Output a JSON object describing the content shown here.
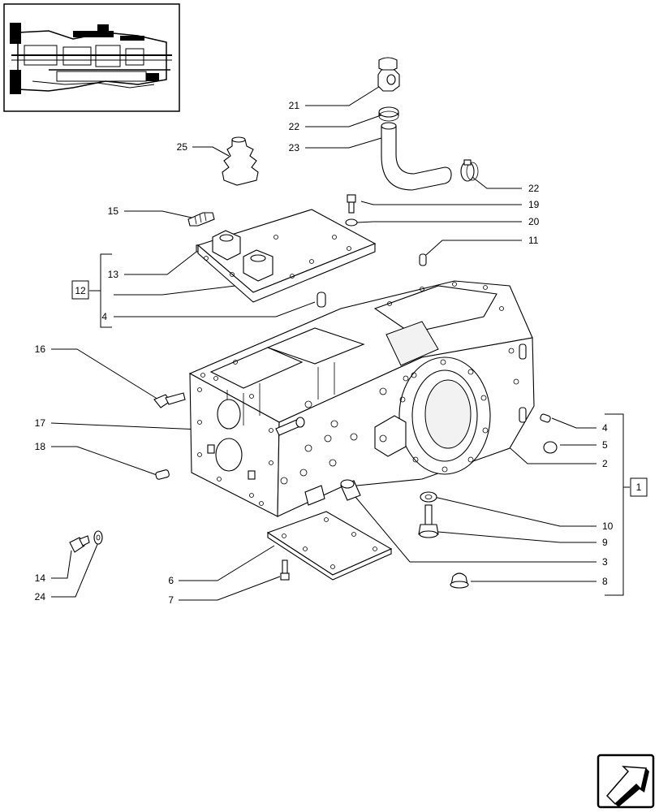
{
  "callouts": [
    {
      "id": "c21",
      "text": "21"
    },
    {
      "id": "c22a",
      "text": "22"
    },
    {
      "id": "c23",
      "text": "23"
    },
    {
      "id": "c25",
      "text": "25"
    },
    {
      "id": "c22b",
      "text": "22"
    },
    {
      "id": "c19",
      "text": "19"
    },
    {
      "id": "c15",
      "text": "15"
    },
    {
      "id": "c20",
      "text": "20"
    },
    {
      "id": "c11",
      "text": "11"
    },
    {
      "id": "c13",
      "text": "13"
    },
    {
      "id": "c12",
      "text": "12"
    },
    {
      "id": "c4a",
      "text": "4"
    },
    {
      "id": "c16",
      "text": "16"
    },
    {
      "id": "c17",
      "text": "17"
    },
    {
      "id": "c18",
      "text": "18"
    },
    {
      "id": "c4b",
      "text": "4"
    },
    {
      "id": "c5",
      "text": "5"
    },
    {
      "id": "c2",
      "text": "2"
    },
    {
      "id": "c1",
      "text": "1"
    },
    {
      "id": "c10",
      "text": "10"
    },
    {
      "id": "c9",
      "text": "9"
    },
    {
      "id": "c3",
      "text": "3"
    },
    {
      "id": "c8",
      "text": "8"
    },
    {
      "id": "c14",
      "text": "14"
    },
    {
      "id": "c24",
      "text": "24"
    },
    {
      "id": "c6",
      "text": "6"
    },
    {
      "id": "c7",
      "text": "7"
    }
  ],
  "icons": {
    "thumbnail": "transmission-section-thumbnail-icon",
    "nav": "next-page-arrow-icon"
  }
}
